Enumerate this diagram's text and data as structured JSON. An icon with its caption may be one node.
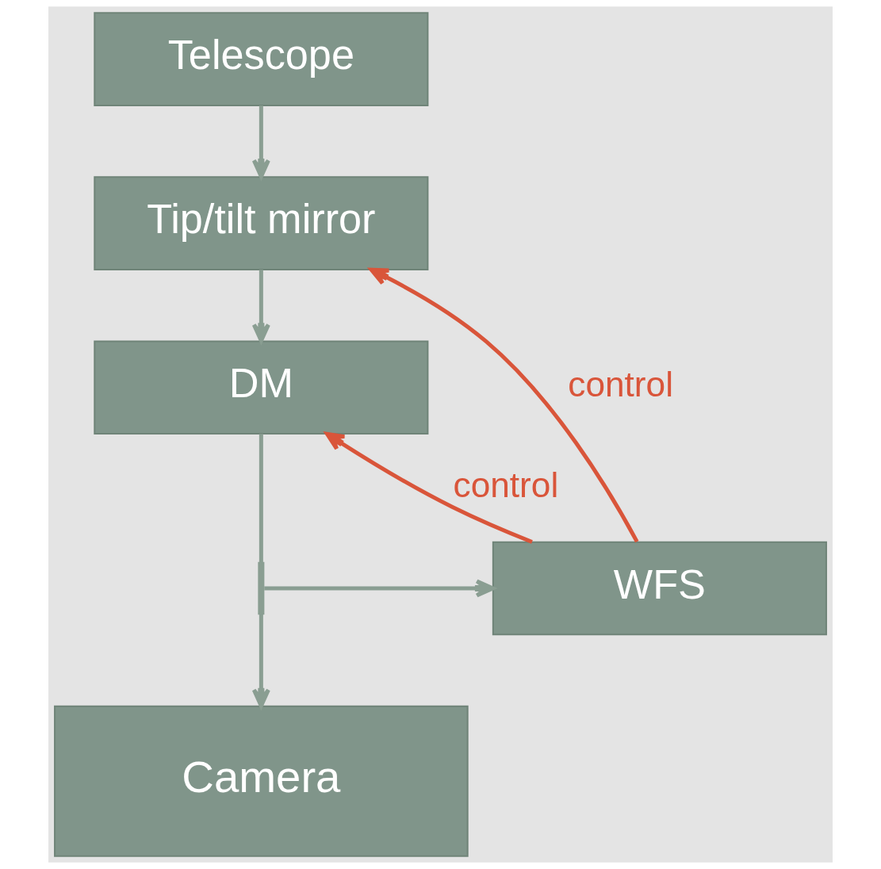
{
  "diagram": {
    "nodes": [
      {
        "text": [
          "Telescope"
        ]
      },
      {
        "text": [
          "Tip/tilt mirror"
        ]
      },
      {
        "text": [
          "DM"
        ]
      },
      {
        "text": [],
        "shape": "line"
      },
      {
        "text": [
          "WFS"
        ]
      },
      {
        "text": [
          "Camera"
        ]
      }
    ],
    "edges": [
      {
        "from": 0,
        "to": 1,
        "arrow": "to"
      },
      {
        "from": 1,
        "to": 2,
        "arrow": "to"
      },
      {
        "from": 2,
        "to": 3,
        "arrow": "none"
      },
      {
        "from": 3,
        "to": 4,
        "arrow": "to"
      },
      {
        "from": 3,
        "to": 5,
        "arrow": "to"
      },
      {
        "from": 4,
        "to": 1,
        "arrow": "to",
        "label": "control",
        "color": "#d9553a"
      },
      {
        "from": 4,
        "to": 2,
        "arrow": "to",
        "label": "control",
        "color": "#d9553a"
      }
    ]
  }
}
